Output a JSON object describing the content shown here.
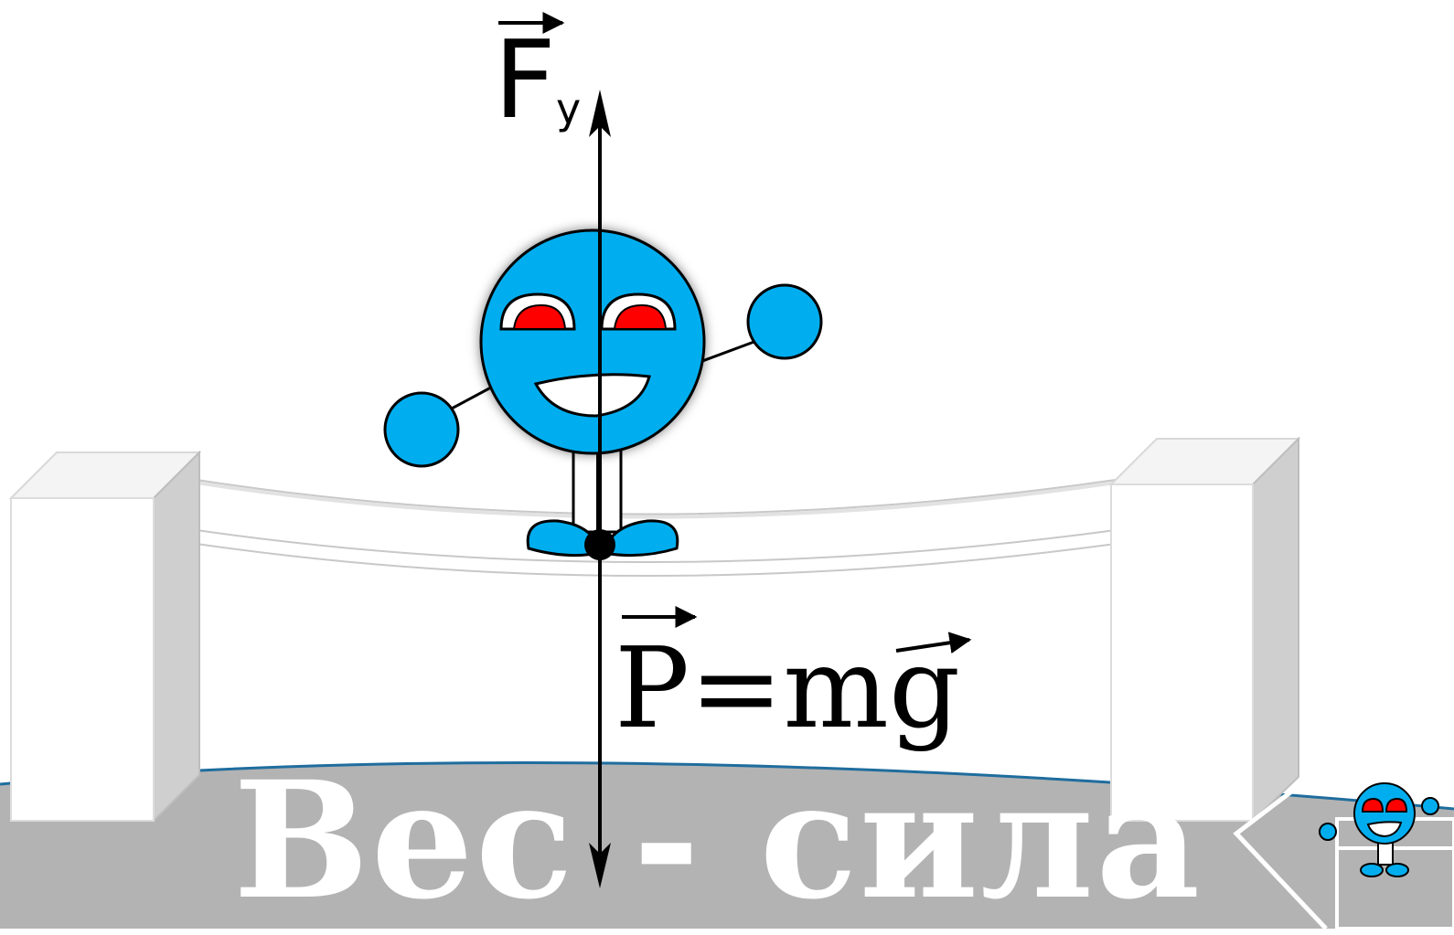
{
  "title": "Вес - сила",
  "forces": {
    "support_symbol": "F",
    "support_subscript": "у",
    "weight_formula": "P=mg"
  },
  "colors": {
    "character": "#00aeef",
    "eyes": "#ff0000",
    "ground": "#b3b3b3",
    "ground_edge": "#1f6d9e",
    "post_side": "#cfcfcf"
  },
  "icons": [
    "character-figure",
    "nav-back-arrow",
    "mascot-icon"
  ]
}
